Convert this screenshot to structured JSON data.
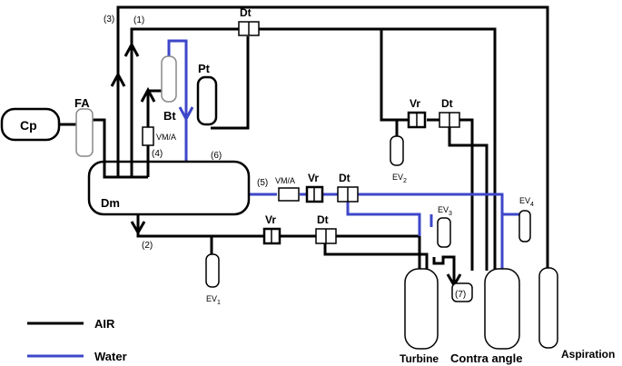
{
  "labels": {
    "cp": "Cp",
    "fa": "FA",
    "dm": "Dm",
    "bt": "Bt",
    "pt": "Pt",
    "dt": "Dt",
    "vr": "Vr",
    "vma": "VM/A",
    "ev1": "EV",
    "ev1_sub": "1",
    "ev2": "EV",
    "ev2_sub": "2",
    "ev3": "EV",
    "ev3_sub": "3",
    "ev4": "EV",
    "ev4_sub": "4",
    "n1": "(1)",
    "n2": "(2)",
    "n3": "(3)",
    "n4": "(4)",
    "n5": "(5)",
    "n6": "(6)",
    "n7": "(7)",
    "turbine": "Turbine",
    "contra_angle": "Contra  angle",
    "aspiration": "Aspiration"
  },
  "legend": {
    "air": "AIR",
    "water": "Water",
    "air_color": "#000000",
    "water_color": "#3e47c9"
  }
}
